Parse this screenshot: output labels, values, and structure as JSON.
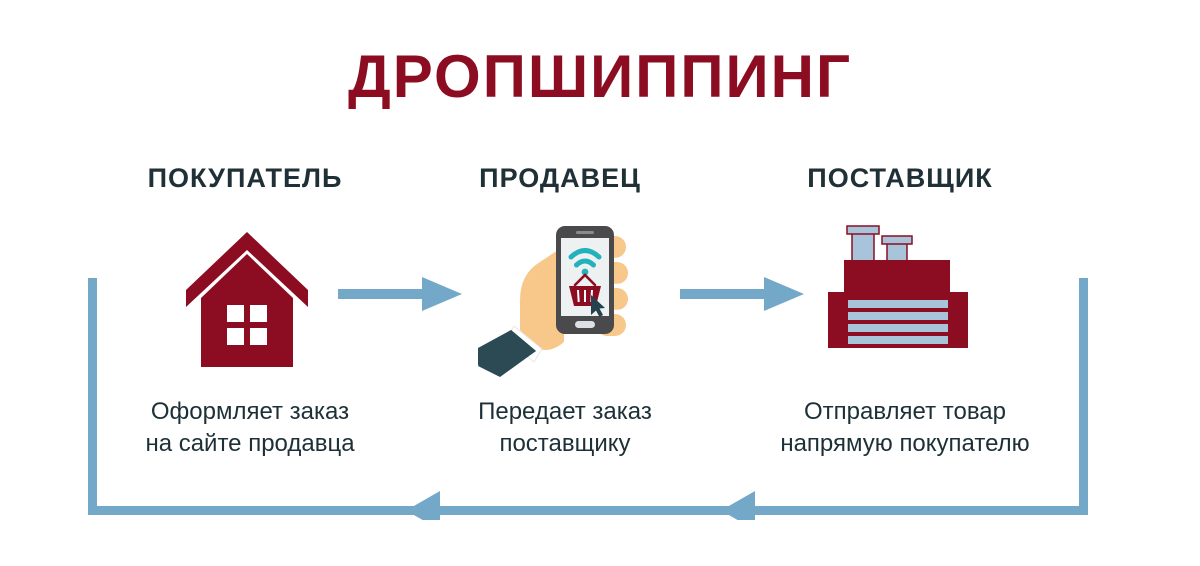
{
  "diagram": {
    "title": "ДРОПШИППИНГ",
    "background_color": "#ffffff",
    "title_color": "#8C0D21",
    "heading_color": "#203037",
    "caption_color": "#1d3038",
    "accent_red": "#8C0D21",
    "accent_blue": "#74A8C8",
    "accent_teal": "#21B2BC",
    "accent_slate": "#2B4A54",
    "accent_skin": "#F7C88A",
    "accent_steel": "#A8C4DA"
  },
  "columns": [
    {
      "heading": "ПОКУПАТЕЛЬ",
      "icon": "house-icon",
      "caption_line_1": "Оформляет заказ",
      "caption_line_2": "на сайте продавца"
    },
    {
      "heading": "ПРОДАВЕЦ",
      "icon": "hand-phone-icon",
      "caption_line_1": "Передает заказ",
      "caption_line_2": "поставщику"
    },
    {
      "heading": "ПОСТАВЩИК",
      "icon": "factory-icon",
      "caption_line_1": "Отправляет товар",
      "caption_line_2": "напрямую покупателю"
    }
  ],
  "flow_arrows": [
    {
      "name": "arrow-buyer-to-seller",
      "direction": "right"
    },
    {
      "name": "arrow-seller-to-supplier",
      "direction": "right"
    }
  ],
  "return_loop": {
    "name": "return-loop-supplier-to-buyer",
    "direction": "leftward",
    "arrowhead_count": 2,
    "color": "#74A8C8"
  },
  "phone_screen": {
    "wifi_icon": "wifi-icon",
    "basket_icon": "shopping-basket-icon",
    "cursor_icon": "cursor-arrow-icon"
  }
}
